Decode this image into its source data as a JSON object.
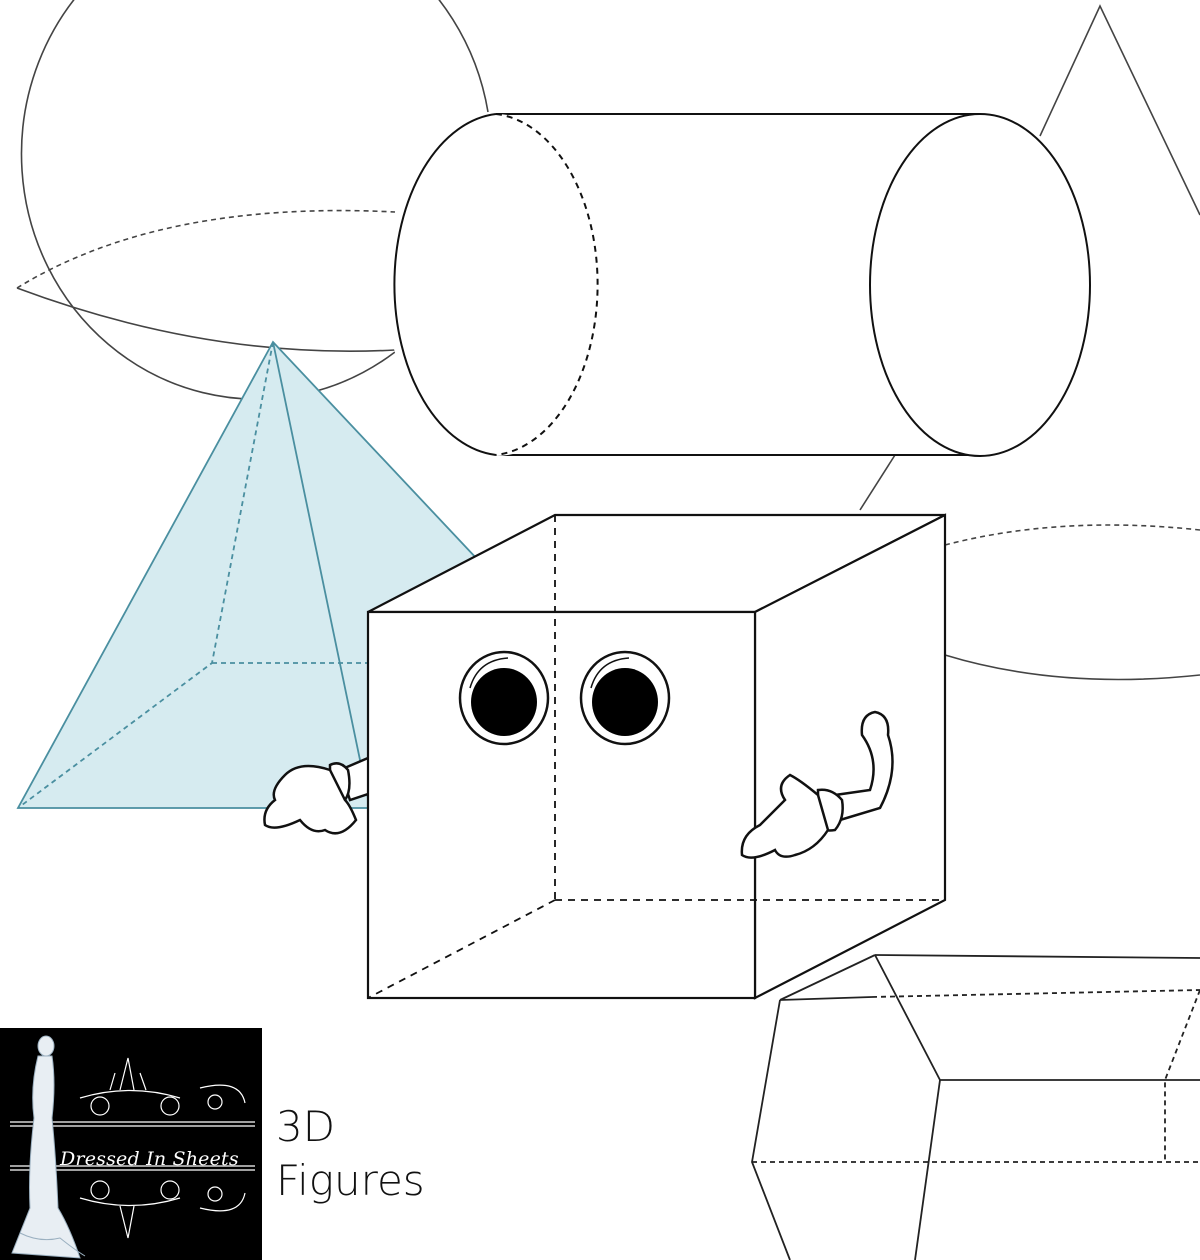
{
  "caption": {
    "line1": "3D",
    "line2": "Figures"
  },
  "logo": {
    "text": "Dressed In Sheets"
  },
  "shapes": [
    "sphere",
    "cylinder",
    "cone",
    "square-pyramid",
    "cube-character",
    "hexagonal-prism"
  ],
  "colors": {
    "pyramid_fill": "#d6ebf0",
    "pyramid_stroke": "#4a8fa0",
    "line": "#111111",
    "logo_bg": "#000000"
  }
}
